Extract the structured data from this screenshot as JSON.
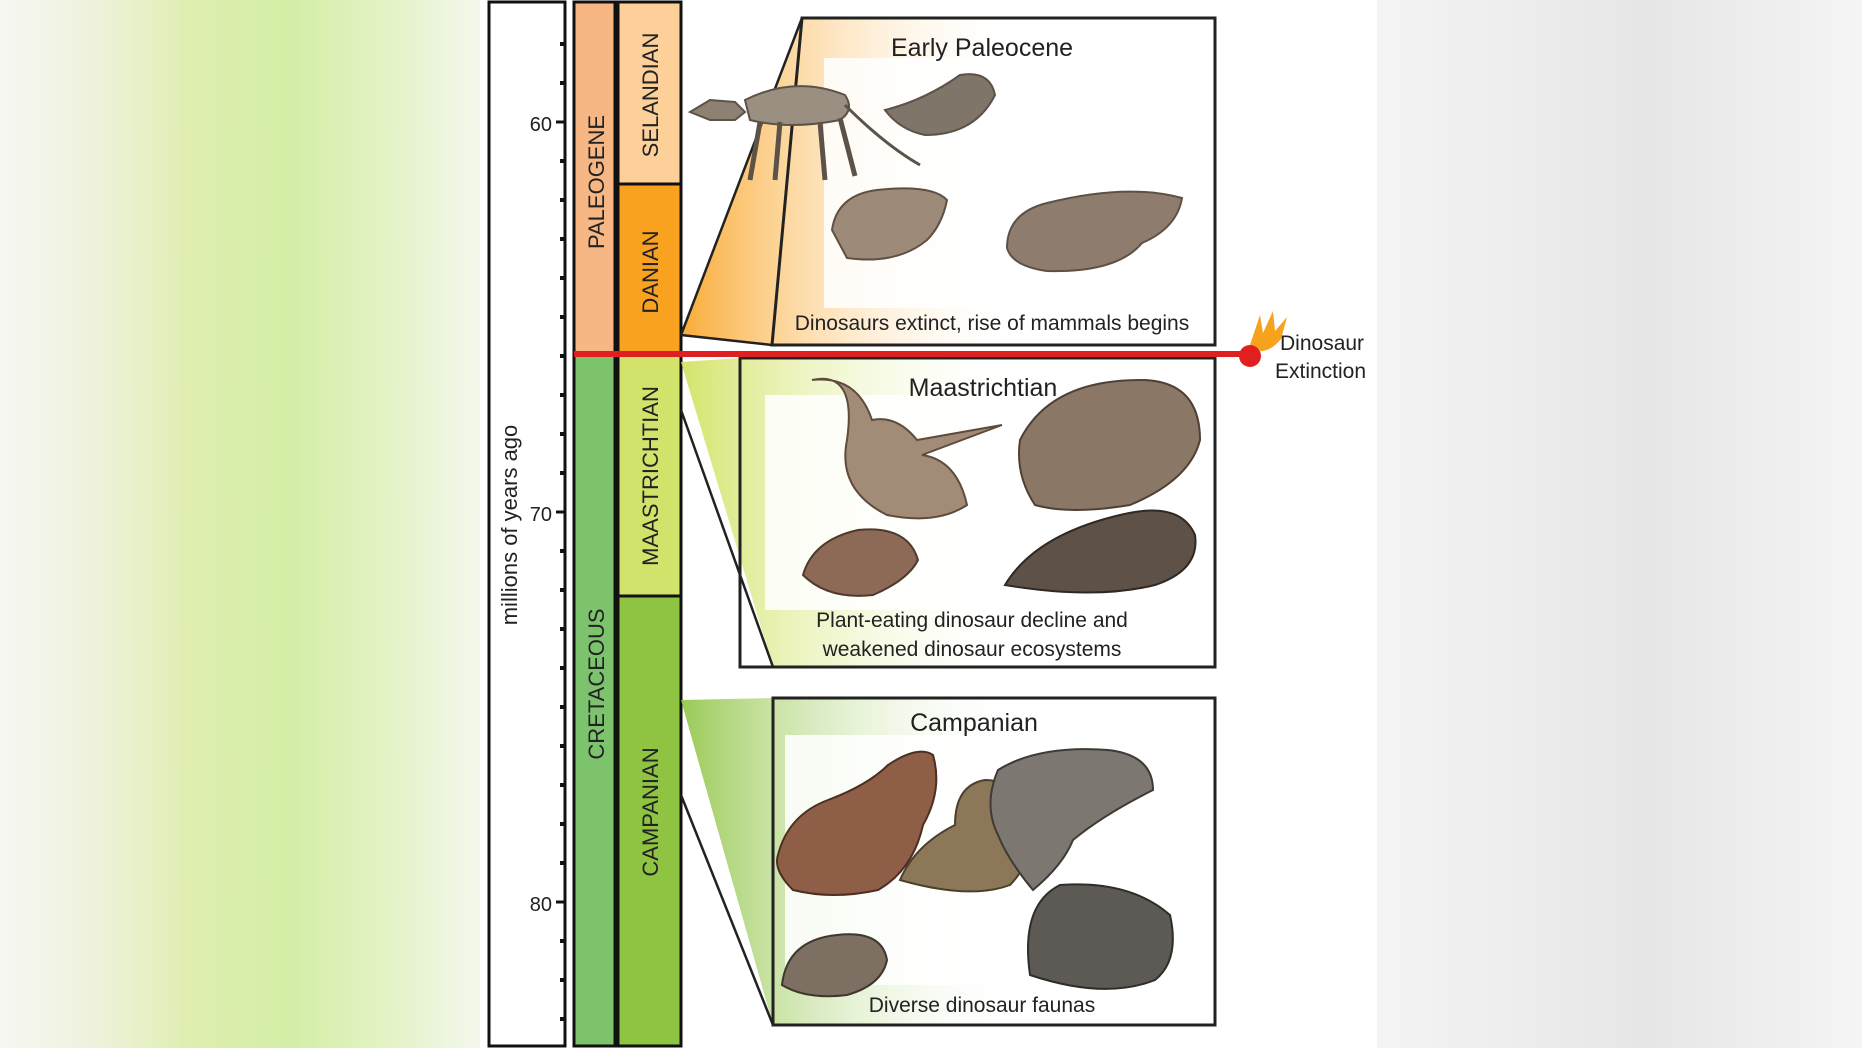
{
  "axis": {
    "label": "millions of years ago",
    "ticks": [
      "60",
      "70",
      "80"
    ]
  },
  "periods": [
    {
      "name": "PALEOGENE",
      "color": "#f6b784"
    },
    {
      "name": "CRETACEOUS",
      "color": "#7dc36e"
    }
  ],
  "stages": [
    {
      "name": "SELANDIAN",
      "color": "#fdd09a"
    },
    {
      "name": "DANIAN",
      "color": "#f9a21f"
    },
    {
      "name": "MAASTRICHTIAN",
      "color": "#d2e36c"
    },
    {
      "name": "CAMPANIAN",
      "color": "#8fc443"
    }
  ],
  "panels": [
    {
      "title": "Early Paleocene",
      "caption": "Dinosaurs extinct, rise  of mammals begins"
    },
    {
      "title": "Maastrichtian",
      "caption": [
        "Plant-eating dinosaur decline and",
        "weakened dinosaur ecosystems"
      ]
    },
    {
      "title": "Campanian",
      "caption": "Diverse dinosaur faunas"
    }
  ],
  "extinction": {
    "label": [
      "Dinosaur",
      "Extinction"
    ],
    "line_color": "#e02020"
  }
}
